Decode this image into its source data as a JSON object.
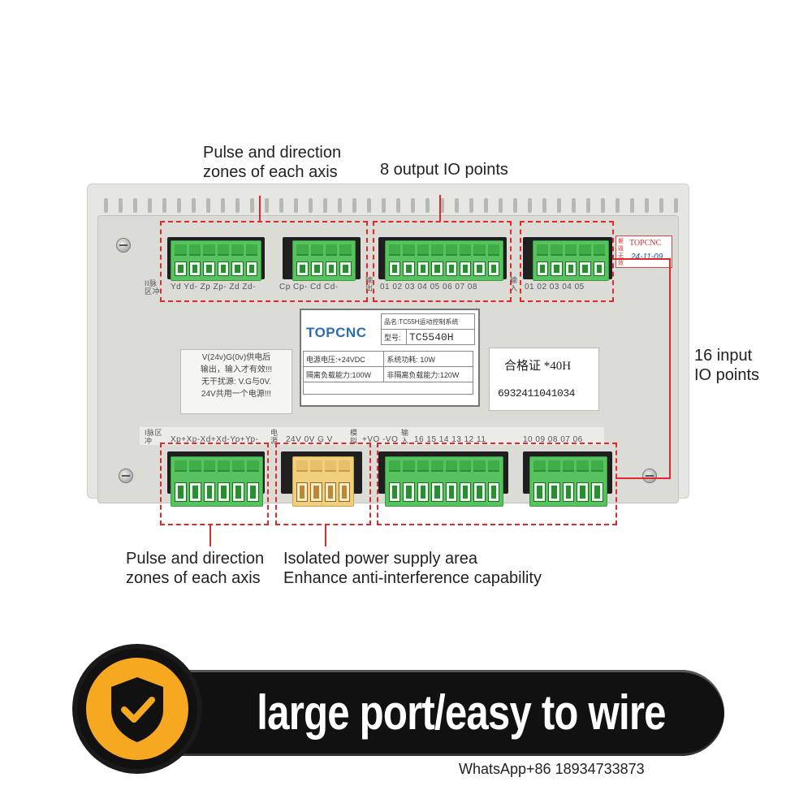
{
  "callouts": {
    "top_left": [
      "Pulse and direction",
      "zones of each axis"
    ],
    "top_center": "8 output IO points",
    "right": [
      "16 input",
      "IO points"
    ],
    "bottom_left": [
      "Pulse and direction",
      "zones of each axis"
    ],
    "bottom_center": [
      "Isolated power supply area",
      "Enhance anti-interference capability"
    ]
  },
  "device": {
    "top_pins": {
      "axis_label": "II脉区冲",
      "axis_pins": "Yd  Yd-  Zp  Zp-  Zd  Zd-",
      "cp_pins": "Cp  Cp-  Cd  Cd-",
      "out_label": "输出",
      "out_pins": "01  02  03  04  05  06  07  08",
      "in_label": "输入",
      "in_pins": "01  02  03  04  05"
    },
    "bottom_pins": {
      "axis_label": "I脉区冲",
      "axis_pins": "Xp+Xp-Xd+Xd-Yp+Yp-",
      "pwr_label": "电源",
      "pwr_pins": "24V  0V  G  V",
      "analog_label": "模拟",
      "analog_pins": "+VO  -VO",
      "in_label": "输入",
      "in_pins_a": "16  15  14  13  12  11",
      "in_pins_b": "10  09  08  07  06"
    },
    "plate": {
      "brand": "TOPCNC",
      "product_name": "品名:TC55H运动控制系统",
      "model_label": "型号:",
      "model": "TC5540H",
      "voltage": "电源电压:+24VDC",
      "power": "系统功耗: 10W",
      "iso_load": "隔离负载能力:100W",
      "noniso_load": "非隔离负载能力:120W"
    },
    "certificate": {
      "title": "合格证 *40H",
      "barcode": "6932411041034"
    },
    "note_lines": [
      "V(24v)G(0v)供电后",
      "输出，输入才有效!!!",
      "无干扰源: V.G与0V.",
      "24V共用一个电源!!!"
    ],
    "stamp": {
      "brand": "TOPCNC",
      "left_text": "撕毁无效",
      "date": "24-11-09"
    }
  },
  "banner": {
    "text": "large port/easy to wire",
    "badge_icon": "shield-check-icon",
    "accent": "#f6a821"
  },
  "contact": "WhatsApp+86 18934733873",
  "colors": {
    "highlight": "#e2282d",
    "terminal_green": "#57c25e",
    "terminal_yellow": "#f2cf7c"
  }
}
